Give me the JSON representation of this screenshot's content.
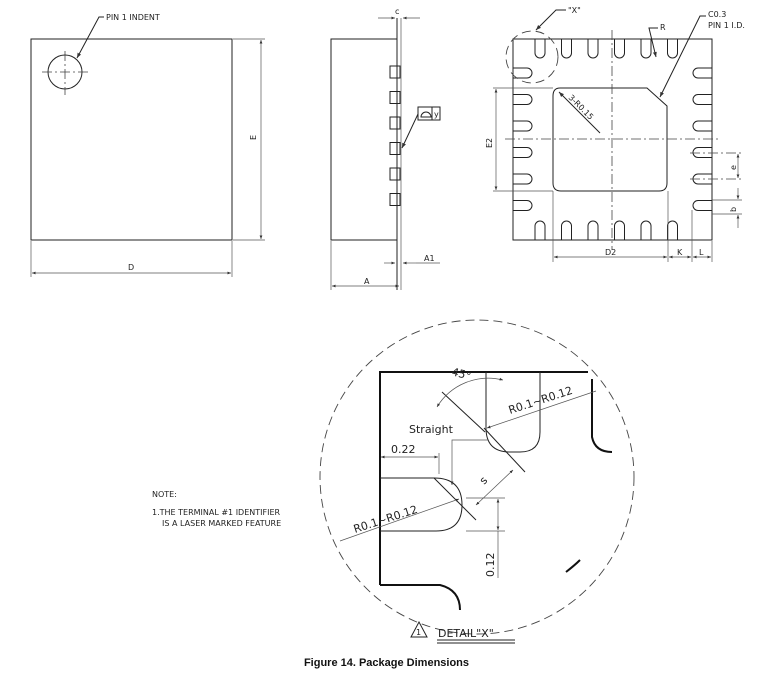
{
  "top_view": {
    "pin1_label": "PIN 1  INDENT",
    "dim_e": "E",
    "dim_d": "D"
  },
  "side_view": {
    "dim_c": "c",
    "dim_a1": "A1",
    "dim_a": "A",
    "flatness_symbol": "flatness-icon",
    "flatness_value": "y"
  },
  "bottom_view": {
    "detail_ref": "\"X\"",
    "radius": "R",
    "chamfer": "C0.3",
    "pin1_id": "PIN 1  I.D.",
    "pad_radius": "3-R0.15",
    "dim_e2": "E2",
    "dim_d2": "D2",
    "dim_k": "K",
    "dim_l": "L",
    "dim_e": "e",
    "dim_b": "b"
  },
  "detail": {
    "angle": "45°",
    "radius_top": "R0.1~R0.12",
    "straight": "Straight",
    "dim_022": "0.22",
    "dim_s": "s",
    "radius_left": "R0.1~R0.12",
    "dim_012": "0.12",
    "note_number": "1",
    "title": "DETAIL\"X\""
  },
  "note": {
    "heading": "NOTE:",
    "line1": "1.THE  TERMINAL  #1  IDENTIFIER",
    "line2": "IS  A  LASER  MARKED  FEATURE"
  },
  "caption": "Figure 14. Package Dimensions"
}
